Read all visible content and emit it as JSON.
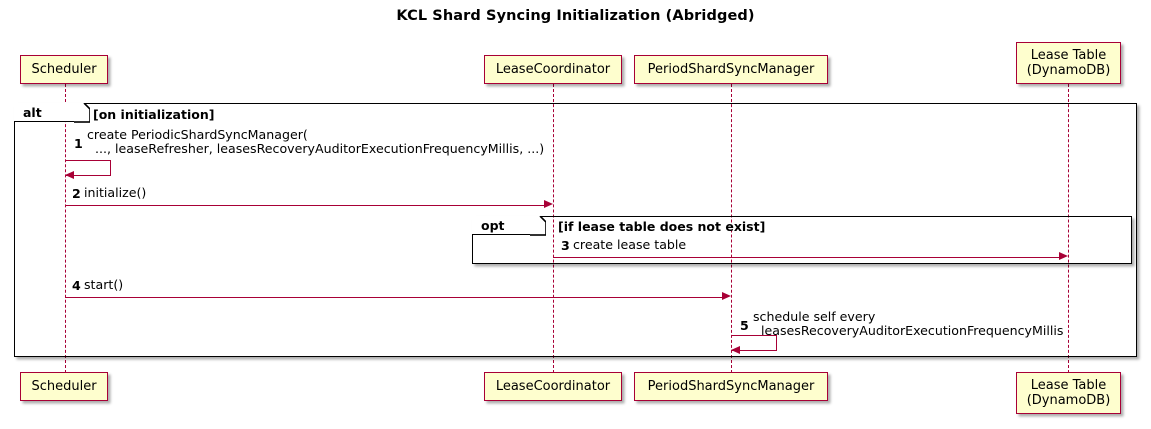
{
  "title": "KCL Shard Syncing Initialization (Abridged)",
  "theme": {
    "participant_fill": "#FEFECE",
    "participant_border": "#A80036",
    "lifeline": "#A80036",
    "arrow": "#A80036",
    "frame_border": "#000000",
    "background": "#FFFFFF"
  },
  "participants": [
    {
      "id": "scheduler",
      "label": "Scheduler",
      "lines": [
        "Scheduler"
      ]
    },
    {
      "id": "lease-coordinator",
      "label": "LeaseCoordinator",
      "lines": [
        "LeaseCoordinator"
      ]
    },
    {
      "id": "period-shard-sync-manager",
      "label": "PeriodShardSyncManager",
      "lines": [
        "PeriodShardSyncManager"
      ]
    },
    {
      "id": "lease-table",
      "label": "Lease Table (DynamoDB)",
      "lines": [
        "Lease Table",
        "(DynamoDB)"
      ]
    }
  ],
  "fragments": [
    {
      "id": "alt",
      "keyword": "alt",
      "guard": "[on initialization]"
    },
    {
      "id": "opt",
      "keyword": "opt",
      "guard": "[if lease table does not exist]"
    }
  ],
  "messages": [
    {
      "number": "1",
      "kind": "self",
      "from": "scheduler",
      "to": "scheduler",
      "text_lines": [
        "create PeriodicShardSyncManager(",
        "..., leaseRefresher, leasesRecoveryAuditorExecutionFrequencyMillis, ...)"
      ]
    },
    {
      "number": "2",
      "kind": "sync",
      "from": "scheduler",
      "to": "lease-coordinator",
      "text_lines": [
        "initialize()"
      ]
    },
    {
      "number": "3",
      "kind": "sync",
      "from": "lease-coordinator",
      "to": "lease-table",
      "text_lines": [
        "create lease table"
      ]
    },
    {
      "number": "4",
      "kind": "sync",
      "from": "scheduler",
      "to": "period-shard-sync-manager",
      "text_lines": [
        "start()"
      ]
    },
    {
      "number": "5",
      "kind": "self",
      "from": "period-shard-sync-manager",
      "to": "period-shard-sync-manager",
      "text_lines": [
        "schedule self every",
        "leasesRecoveryAuditorExecutionFrequencyMillis"
      ]
    }
  ]
}
